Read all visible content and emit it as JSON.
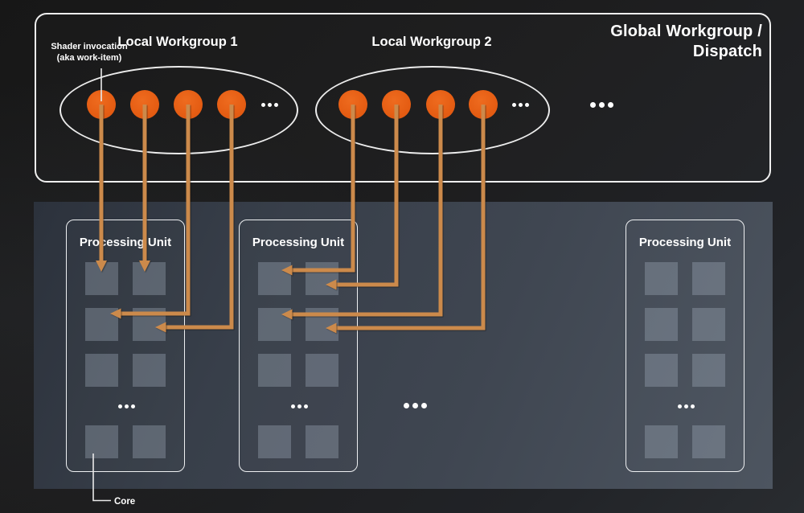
{
  "global": {
    "title_line1": "Global Workgroup /",
    "title_line2": "Dispatch"
  },
  "workgroups": [
    {
      "title": "Local Workgroup 1",
      "work_items_shown": 4,
      "has_ellipsis": true
    },
    {
      "title": "Local Workgroup 2",
      "work_items_shown": 4,
      "has_ellipsis": true
    }
  ],
  "shader_note": {
    "line1": "Shader invocation",
    "line2": "(aka work-item)"
  },
  "processing_units": [
    {
      "title": "Processing Unit",
      "cores_shown": 8,
      "has_ellipsis": true
    },
    {
      "title": "Processing Unit",
      "cores_shown": 8,
      "has_ellipsis": true
    },
    {
      "title": "Processing Unit",
      "cores_shown": 8,
      "has_ellipsis": true
    }
  ],
  "core_note": {
    "label": "Core"
  },
  "colors": {
    "work_item_orange": "#e55d13",
    "arrow_tan": "#cc8a4b",
    "outline_white": "#efefef",
    "hardware_section_bg": "#3f4651",
    "core_square": "#5d6974",
    "background_dark": "#1d1d1e"
  }
}
